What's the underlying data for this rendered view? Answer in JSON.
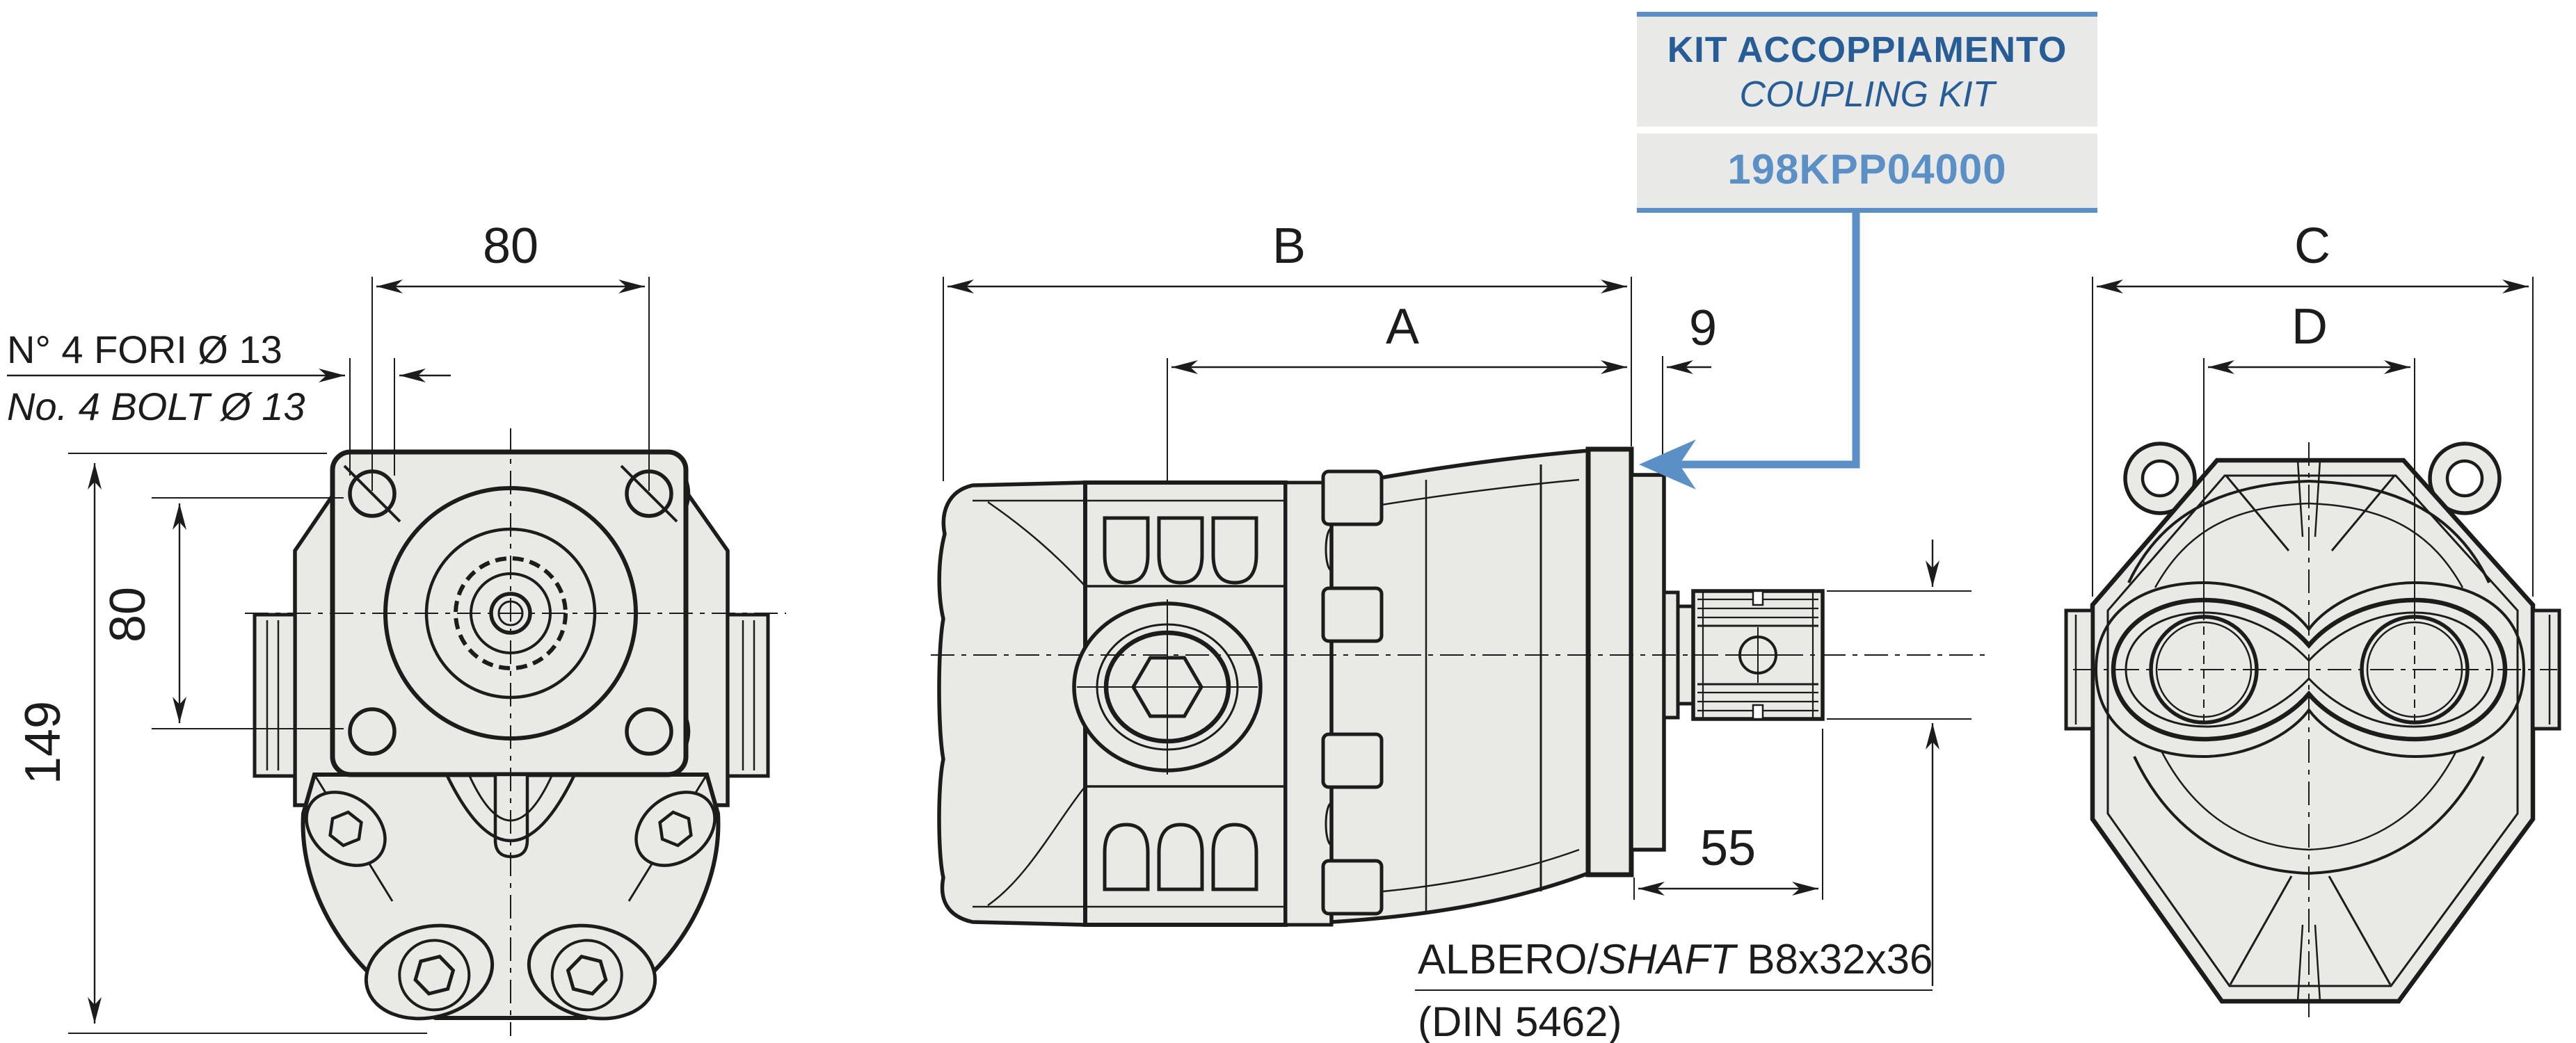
{
  "drawing": {
    "callout": {
      "title_line1": "KIT ACCOPPIAMENTO",
      "title_line2": "COUPLING KIT",
      "part_number": "198KPP04000"
    },
    "notes": {
      "bolt_note_line1": "N° 4 FORI Ø 13",
      "bolt_note_line2": "No. 4 BOLT Ø 13",
      "shaft_prefix": "ALBERO/",
      "shaft_italic": "SHAFT",
      "shaft_spec": "  B8x32x36",
      "shaft_standard": "(DIN 5462)"
    },
    "dims": {
      "front_bolt_h": "80",
      "front_bolt_v": "80",
      "front_height": "149",
      "overall_length": "B",
      "body_length": "A",
      "flange_offset": "9",
      "shaft_length": "55",
      "rear_width": "C",
      "bore_spacing": "D"
    },
    "colors": {
      "accent_blue": "#5b90c6",
      "title_blue": "#275d97",
      "metal_fill": "#e9e9e5",
      "line": "#1c1c1c",
      "paper": "#ffffff"
    }
  }
}
